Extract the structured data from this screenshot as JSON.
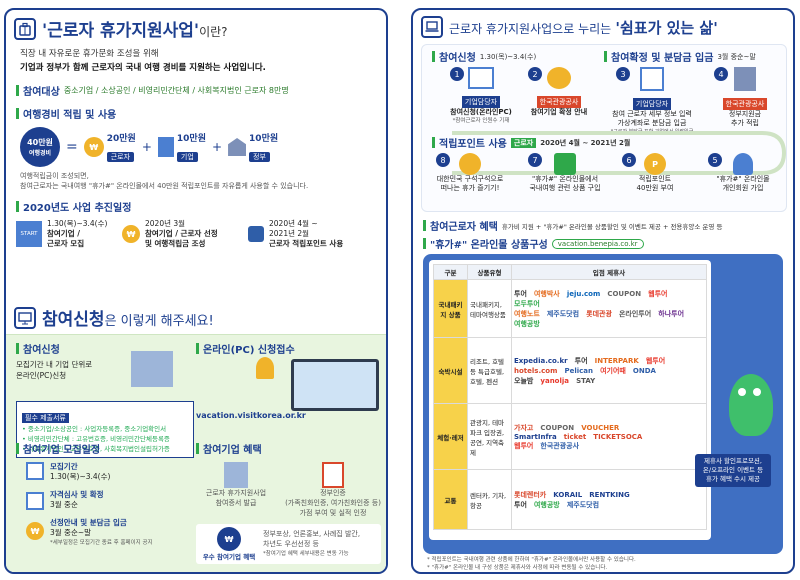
{
  "left": {
    "title_main": "'근로자 휴가지원사업'",
    "title_suffix": "이란?",
    "intro_line1": "직장 내 자유로운 휴가문화 조성을 위해",
    "intro_line2": "기업과 정부가 함께 근로자의 국내 여행 경비를 지원하는 사업입니다.",
    "target": {
      "heading": "참여대상",
      "items": "중소기업 / 소상공인 / 비영리민간단체 / 사회복지법인 근로자 8만명"
    },
    "fund": {
      "heading": "여행경비 적립 및 사용",
      "total_amount": "40만원",
      "total_label": "여행경비",
      "eq": "=",
      "plus": "+",
      "worker_amount": "20만원",
      "worker_label": "근로자",
      "company_amount": "10만원",
      "company_label": "기업",
      "gov_amount": "10만원",
      "gov_label": "정부",
      "note1": "여행적립금이 조성되면,",
      "note2": "참여근로자는 국내여행 \"휴가#\" 온라인몰에서 40만원 적립포인트를 자유롭게 사용할 수 있습니다."
    },
    "schedule": {
      "heading": "2020년도 사업 추진일정",
      "start_label": "START",
      "s1_date": "1.30(목)~3.4(수)",
      "s1_text1": "참여기업 /",
      "s1_text2": "근로자 모집",
      "s2_date": "2020년 3월",
      "s2_text1": "참여기업 / 근로자 선정",
      "s2_text2": "및 여행적립금 조성",
      "s3_date1": "2020년 4월 ~",
      "s3_date2": "2021년 2월",
      "s3_text": "근로자 적립포인트 사용"
    },
    "apply_banner": {
      "big": "참여신청",
      "rest": "은 이렇게 해주세요!"
    },
    "apply": {
      "heading": "참여신청",
      "line1": "모집기간 내 기업 단위로",
      "line2": "온라인(PC)신청",
      "online_heading": "온라인(PC) 신청접수",
      "url": "vacation.visitkorea.or.kr",
      "box_title": "필수 제출서류",
      "doc1": "• 중소기업/소상공인 : 사업자등록증, 중소기업확인서",
      "doc2": "• 비영리민간단체 : 고유번호증, 비영리민간단체등록증",
      "doc3": "• 사회복지법인 : 고유번호증, 사회복지법인설립허가증"
    },
    "recruit": {
      "heading": "참여기업 모집일정",
      "r1_label": "모집기간",
      "r1_value": "1.30(목)~3.4(수)",
      "r2_label": "자격심사 및 확정",
      "r2_value": "3월 중순",
      "r3_label": "선정안내 및 분담금 입금",
      "r3_value": "3월 중순~말",
      "r3_note": "*세부일정은 모집기간 종료 후 홈페이지 공지"
    },
    "benefit": {
      "heading": "참여기업 혜택",
      "b1": "근로자 휴가지원사업",
      "b1b": "참여증서 발급",
      "b2": "정부인증",
      "b2b": "(가족친화인증, 여가친화인증 등)",
      "b2c": "가점 부여 및 실적 인정",
      "best": "우수 참여기업 혜택",
      "best_desc1": "정부포상, 언론홍보, 사례집 발간,",
      "best_desc2": "차년도 우선선정 등",
      "best_note": "*참여기업 혜택 세부내용은 변동 가능"
    }
  },
  "right": {
    "title_prefix": "근로자 휴가지원사업으로 누리는",
    "title_emph": "'쉼표가 있는 삶'",
    "apply": {
      "heading": "참여신청",
      "date": "1.30(목)~3.4(수)",
      "s1_tag": "기업담당자",
      "s1_text": "참여신청(온라인PC)",
      "s1_note": "*참여근로자 인원수 기재",
      "s2_tag": "한국관광공사",
      "s2_text": "참여기업 확정 안내"
    },
    "confirm": {
      "heading": "참여확정 및 분담금 입금",
      "date": "3월 중순~말",
      "s3_tag": "기업담당자",
      "s3_text1": "참여 근로자 세부 정보 입력",
      "s3_text2": "가상계좌로 분담금 입금",
      "s3_note": "*근로자 분담금 포함 기업에서 일괄입금",
      "s4_tag": "한국관광공사",
      "s4_text1": "정부지원금",
      "s4_text2": "추가 적립"
    },
    "points": {
      "heading": "적립포인트 사용",
      "badge": "근로자",
      "date": "2020년 4월 ~ 2021년 2월",
      "s8_text1": "대한민국 구석구석으로",
      "s8_text2": "떠나는 휴가 즐기기!",
      "s7_text1": "\"휴가#\" 온라인몰에서",
      "s7_text2": "국내여행 관련 상품 구입",
      "s6_text1": "적립포인트",
      "s6_text2": "40만원 부여",
      "s5_text1": "\"휴가#\" 온라인몰",
      "s5_text2": "개인회원 가입"
    },
    "benefit": {
      "heading": "참여근로자 혜택",
      "text": "휴가비 지원 + \"휴가#\" 온라인몰 상품할인 및 이벤트 제공 + 전용휴양소 운영 등"
    },
    "mall": {
      "heading": "\"휴가#\" 온라인몰 상품구성",
      "url": "vacation.benepia.co.kr",
      "col_gubun": "구분",
      "col_type": "상품유형",
      "col_partner": "입점 제휴사",
      "rows": [
        {
          "cat": "국내패키지 상품",
          "type": "국내패키지, 테마여행상품",
          "partners": [
            "투어",
            "여행박사",
            "jeju.com",
            "COUPON",
            "웹투어",
            "모두투어",
            "여행노트",
            "제주도닷컴",
            "롯데관광",
            "온라인투어",
            "하나투어",
            "여행공방"
          ]
        },
        {
          "cat": "숙박시설",
          "type": "리조트, 호텔 등 특급호텔, 호텔, 펜션",
          "partners": [
            "Expedia.co.kr",
            "투어",
            "INTERPARK",
            "웹투어",
            "hotels.com",
            "Pelican",
            "여기어때",
            "ONDA",
            "오늘밤",
            "yanolja",
            "STAY"
          ]
        },
        {
          "cat": "체험·레저",
          "type": "관광지, 테마파크 입장권, 공연, 지역축제",
          "partners": [
            "가자고",
            "COUPON",
            "VOUCHER",
            "SmartInfra",
            "ticket",
            "TICKETSOCA",
            "웹투어",
            "한국관광공사"
          ]
        },
        {
          "cat": "교통",
          "type": "렌터카, 기차, 항공",
          "partners": [
            "롯데렌터카",
            "KORAIL",
            "RENTKING",
            "투어",
            "여행공방",
            "제주도닷컴"
          ]
        }
      ],
      "mascot_note1": "제휴사 할인프로모션,",
      "mascot_note2": "온/오프라인 이벤트 등",
      "mascot_note3": "휴가 혜택 수시 제공",
      "foot1": "* 적립포인트는 국내여행 관련 상품에 한하여 \"휴가#\" 온라인몰에서만 사용할 수 있습니다.",
      "foot2": "* \"휴가#\" 온라인몰 내 구성 상품은 제휴사와 사정에 따라 변동될 수 있습니다."
    }
  },
  "colors": {
    "navy": "#1d3f8f",
    "green": "#2fa84a",
    "red": "#d9472b",
    "yellow": "#f7d24a",
    "light_green": "#e8f5df"
  }
}
